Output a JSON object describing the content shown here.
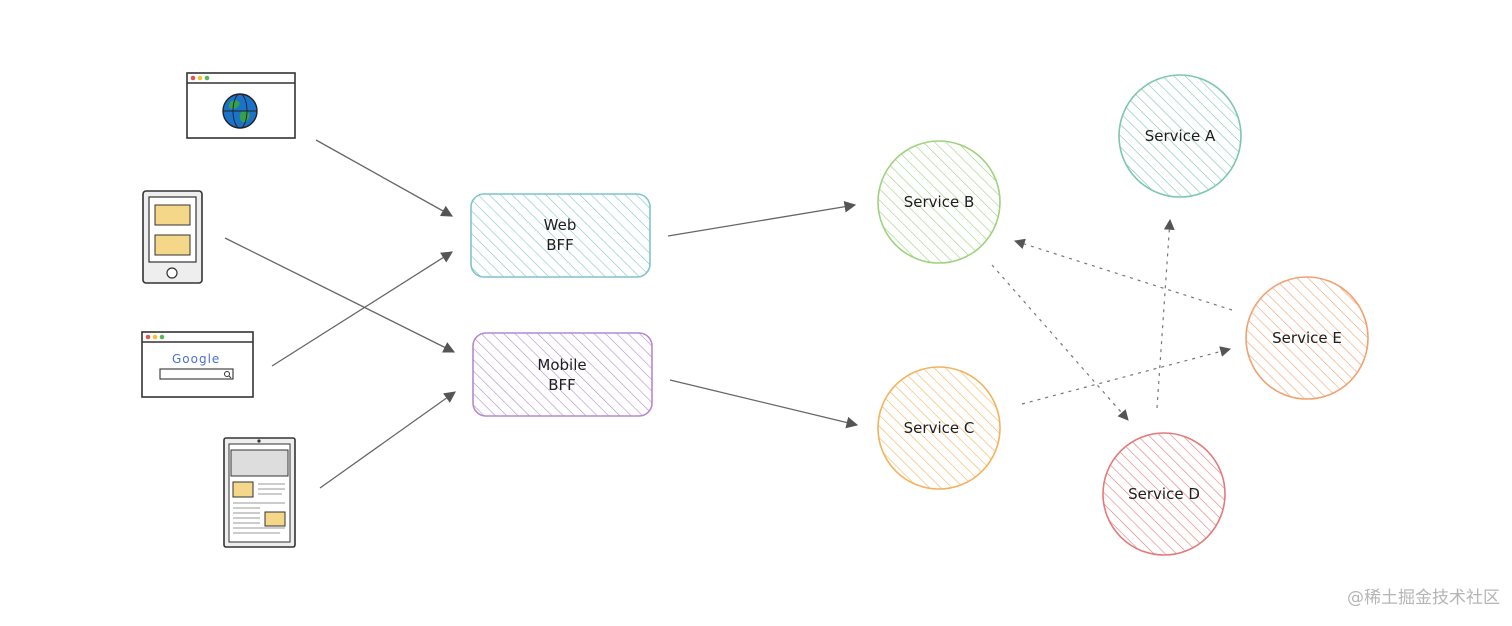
{
  "bffs": [
    {
      "id": "web",
      "line1": "Web",
      "line2": "BFF",
      "stroke": "#7fc4cf",
      "fill": "#d6f0f3"
    },
    {
      "id": "mobile",
      "line1": "Mobile",
      "line2": "BFF",
      "stroke": "#b48ad0",
      "fill": "#ecdcf5"
    }
  ],
  "services": [
    {
      "id": "a",
      "label": "Service A",
      "stroke": "#7cc7ad",
      "fill": "#cdeee1"
    },
    {
      "id": "b",
      "label": "Service B",
      "stroke": "#9fd27f",
      "fill": "#e2f4d2"
    },
    {
      "id": "c",
      "label": "Service C",
      "stroke": "#f3b35d",
      "fill": "#fde7c4"
    },
    {
      "id": "d",
      "label": "Service D",
      "stroke": "#e27b7b",
      "fill": "#f8d5d5"
    },
    {
      "id": "e",
      "label": "Service E",
      "stroke": "#f0a273",
      "fill": "#fcdcc6"
    }
  ],
  "clients": {
    "search_brand": "Google"
  },
  "connections": [
    {
      "from": "web-browser-client",
      "to": "web-bff",
      "style": "solid"
    },
    {
      "from": "search-browser-client",
      "to": "web-bff",
      "style": "solid"
    },
    {
      "from": "mobile-phone-client",
      "to": "mobile-bff",
      "style": "solid"
    },
    {
      "from": "tablet-client",
      "to": "mobile-bff",
      "style": "solid"
    },
    {
      "from": "web-bff",
      "to": "service-b",
      "style": "solid"
    },
    {
      "from": "mobile-bff",
      "to": "service-c",
      "style": "solid"
    },
    {
      "from": "service-e",
      "to": "service-b",
      "style": "dotted"
    },
    {
      "from": "service-b",
      "to": "service-d",
      "style": "dotted"
    },
    {
      "from": "service-c",
      "to": "service-e",
      "style": "dotted"
    },
    {
      "from": "service-d",
      "to": "service-a",
      "style": "dotted"
    }
  ],
  "colors": {
    "arrow": "#555555",
    "outline": "#333333",
    "client_card": "#f5d78a",
    "globe_blue": "#1a73c8",
    "globe_green": "#37a04a"
  },
  "watermark": "@稀土掘金技术社区"
}
